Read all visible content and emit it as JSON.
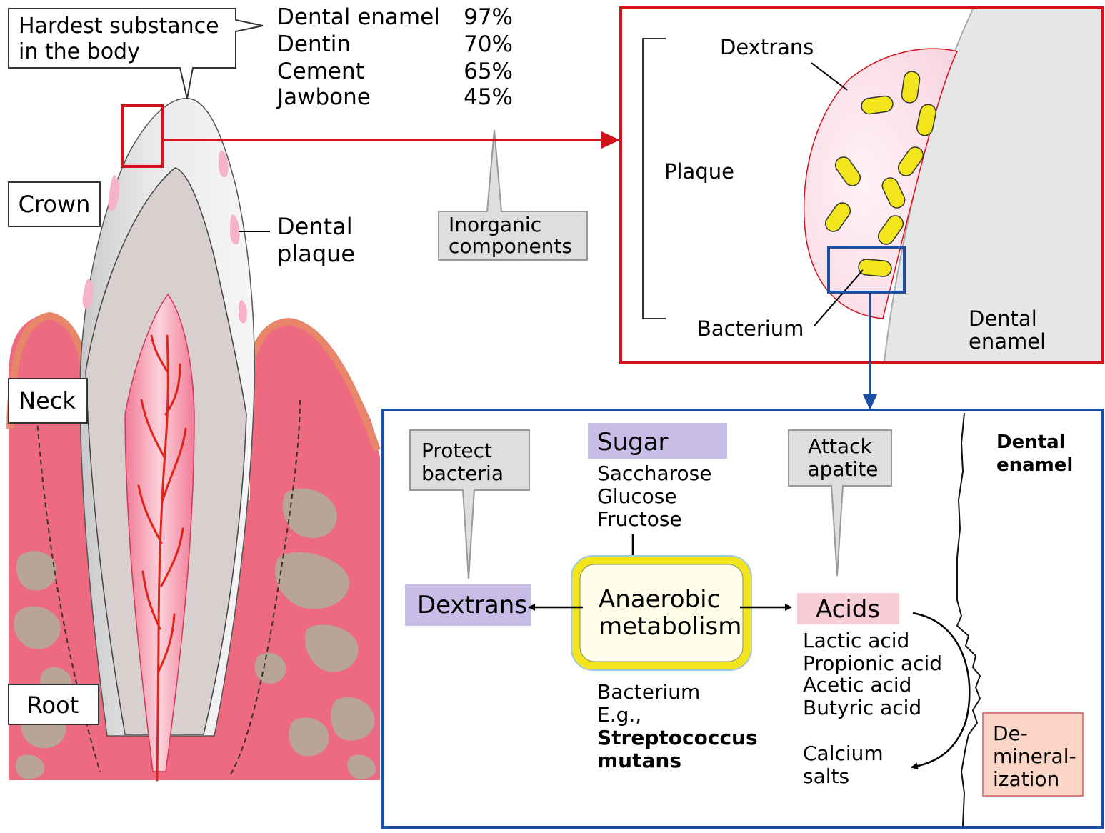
{
  "hardness": {
    "callout": [
      "Hardest substance",
      "in the body"
    ],
    "rows": [
      {
        "name": "Dental enamel",
        "value": "97%"
      },
      {
        "name": "Dentin",
        "value": "70%"
      },
      {
        "name": "Cement",
        "value": "65%"
      },
      {
        "name": "Jawbone",
        "value": "45%"
      }
    ],
    "inorganic": [
      "Inorganic",
      "components"
    ]
  },
  "tooth": {
    "crown": "Crown",
    "neck": "Neck",
    "root": "Root",
    "plaque": [
      "Dental",
      "plaque"
    ]
  },
  "zoom": {
    "dextrans": "Dextrans",
    "plaque": "Plaque",
    "bacterium": "Bacterium",
    "enamel": [
      "Dental",
      "enamel"
    ]
  },
  "metabolism": {
    "protect": [
      "Protect",
      "bacteria"
    ],
    "sugar": "Sugar",
    "sugars": [
      "Saccharose",
      "Glucose",
      "Fructose"
    ],
    "attack": [
      "Attack",
      "apatite"
    ],
    "enamel": [
      "Dental",
      "enamel"
    ],
    "dextrans": "Dextrans",
    "center": [
      "Anaerobic",
      "metabolism"
    ],
    "acids": "Acids",
    "acid_list": [
      "Lactic acid",
      "Propionic acid",
      "Acetic acid",
      "Butyric acid"
    ],
    "bacterium": [
      "Bacterium",
      "E.g.,",
      "Streptococcus",
      "mutans"
    ],
    "calcium": [
      "Calcium",
      "salts"
    ],
    "demin": [
      "De-",
      "mineral-",
      "ization"
    ]
  },
  "colors": {
    "red_frame": "#d4121c",
    "blue_frame": "#1a4fa3",
    "gum": "#ee6a80",
    "enamel": "#e4e4e6",
    "dentin": "#d8cfcf",
    "bone": "#b9a596",
    "bacteria": "#f3e51c",
    "purple": "#c7bde6",
    "pink": "#f7cdd8",
    "salmon": "#fbd5c6",
    "gray_box": "#dedede"
  }
}
